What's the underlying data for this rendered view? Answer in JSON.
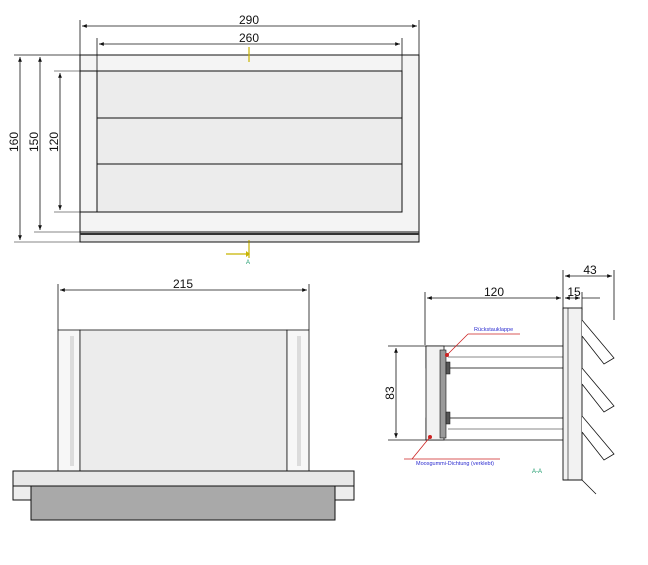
{
  "front_view": {
    "dim_width_outer": "290",
    "dim_width_inner": "260",
    "dim_height_outer": "160",
    "dim_height_mid": "150",
    "dim_height_inner": "120",
    "section_marker": "A"
  },
  "top_view": {
    "dim_width": "215"
  },
  "section_view": {
    "dim_depth": "120",
    "dim_flange": "15",
    "dim_total": "43",
    "dim_diameter": "83",
    "callout_flap": "Rückstauklappe",
    "callout_seal": "Moosgummi-Dichtung (verklebt)",
    "section_label": "A-A"
  },
  "colors": {
    "line": "#111111",
    "panel_fill": "#ececec",
    "base_fill": "#a9a9a9",
    "callout_red": "#cc2222",
    "callout_blue": "#2b2bd0",
    "section_green": "#1a9a6a",
    "axis_mark": "#c8b400"
  }
}
